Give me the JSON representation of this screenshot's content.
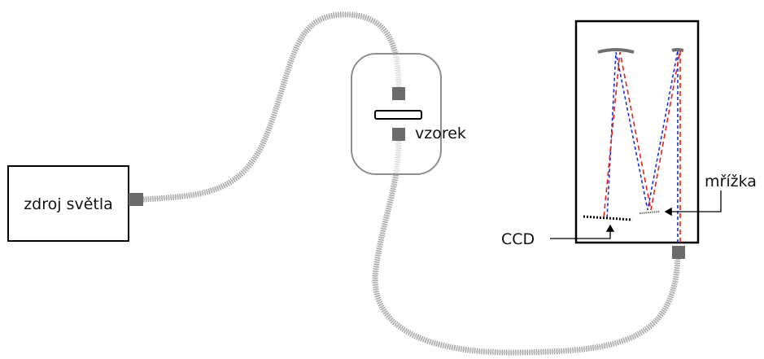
{
  "labels": {
    "light_source": "zdroj světla",
    "sample": "vzorek",
    "grating": "mřížka",
    "ccd": "CCD"
  },
  "colors": {
    "fiber": "#a9a9a9",
    "fiber_rib": "#8a8a8a",
    "connector": "#6b6b6b",
    "sample_holder": "#8f8f8f",
    "box_border": "#000000",
    "beam_blue": "#1f2fd0",
    "beam_red": "#e0221e",
    "mirror": "#6f6f6f",
    "text": "#111111"
  },
  "icons": {
    "fiber": "optical-fiber-cable",
    "connector": "fiber-connector-square",
    "mirror": "concave-mirror",
    "grating": "diffraction-grating",
    "detector": "ccd-detector",
    "arrow": "pointer-arrow"
  }
}
